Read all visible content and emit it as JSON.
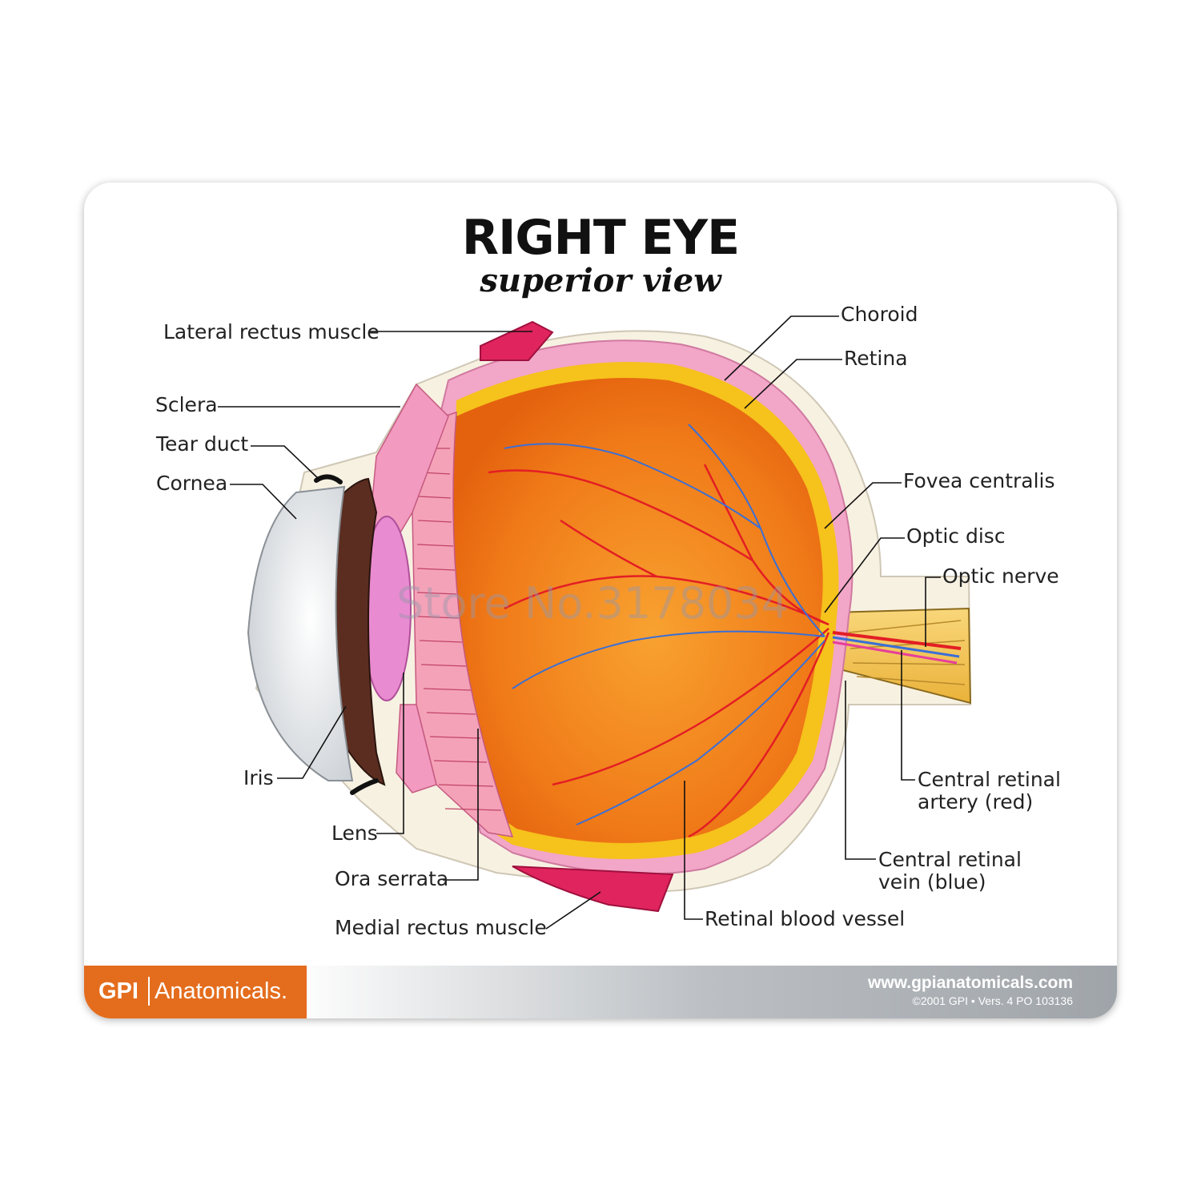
{
  "title": "RIGHT EYE",
  "subtitle": "superior view",
  "labels": {
    "lateral_rectus": "Lateral rectus muscle",
    "sclera": "Sclera",
    "tear_duct": "Tear duct",
    "cornea": "Cornea",
    "iris": "Iris",
    "lens": "Lens",
    "ora_serrata": "Ora serrata",
    "medial_rectus": "Medial rectus muscle",
    "choroid": "Choroid",
    "retina": "Retina",
    "fovea": "Fovea centralis",
    "optic_disc": "Optic disc",
    "optic_nerve": "Optic nerve",
    "artery_line1": "Central retinal",
    "artery_line2": "artery (red)",
    "vein_line1": "Central retinal",
    "vein_line2": "vein (blue)",
    "retinal_vessel": "Retinal blood vessel"
  },
  "watermark": "Store No.3178034",
  "footer": {
    "brand_bold": "GPI",
    "brand_name": "Anatomicals.",
    "url": "www.gpianatomicals.com",
    "copyright": "©2001 GPI • Vers. 4 PO 103136"
  },
  "colors": {
    "vitreous": "#f07a18",
    "sclera_pink": "#f2a6c8",
    "retina_yellow": "#f6c21c",
    "muscle": "#e0245e",
    "artery": "#e31e24",
    "vein": "#3a6fd6",
    "brand_orange": "#e46d1d"
  }
}
